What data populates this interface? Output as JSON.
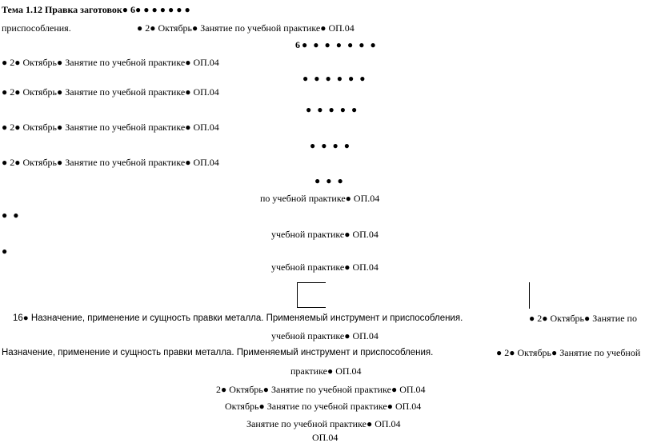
{
  "lines": [
    {
      "text": "Тема 1.12 Правка заготовок● 6● ● ● ● ● ● ●"
    },
    {
      "text": "приспособления."
    },
    {
      "text": "● 2● Октябрь● Занятие по учебной практике● ОП.04"
    },
    {
      "text": "6● ● ● ● ● ● ●"
    },
    {
      "text": "● 2● Октябрь● Занятие по учебной практике● ОП.04"
    },
    {
      "text": "● ● ● ● ● ●"
    },
    {
      "text": "● 2● Октябрь● Занятие по учебной практике● ОП.04"
    },
    {
      "text": "● ● ● ● ●"
    },
    {
      "text": "● 2● Октябрь● Занятие по учебной практике● ОП.04"
    },
    {
      "text": "● ● ● ●"
    },
    {
      "text": "● 2● Октябрь● Занятие по учебной практике● ОП.04"
    },
    {
      "text": "● ● ●"
    },
    {
      "text": "по учебной практике● ОП.04"
    },
    {
      "text": "● ●"
    },
    {
      "text": "учебной практике● ОП.04"
    },
    {
      "text": "●"
    },
    {
      "text": "учебной практике● ОП.04"
    },
    {
      "text": "16● Назначение, применение и сущность правки металла. Применяемый инструмент и приспособления."
    },
    {
      "text": "● 2● Октябрь● Занятие по"
    },
    {
      "text": "учебной практике● ОП.04"
    },
    {
      "text": "Назначение, применение и сущность правки металла. Применяемый инструмент и приспособления."
    },
    {
      "text": "● 2● Октябрь● Занятие по учебной"
    },
    {
      "text": "практике● ОП.04"
    },
    {
      "text": "2● Октябрь● Занятие по учебной практике● ОП.04"
    },
    {
      "text": "Октябрь● Занятие по учебной практике● ОП.04"
    },
    {
      "text": "Занятие по учебной практике● ОП.04"
    },
    {
      "text": "ОП.04"
    }
  ]
}
